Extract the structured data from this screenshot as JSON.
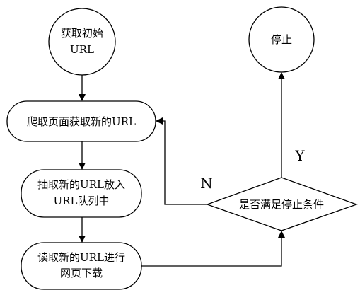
{
  "nodes": {
    "start": {
      "line1": "获取初始",
      "line2": "URL"
    },
    "stop": {
      "label": "停止"
    },
    "crawl": {
      "label": "爬取页面获取新的URL"
    },
    "extract": {
      "line1": "抽取新的URL放入",
      "line2": "URL队列中"
    },
    "download": {
      "line1": "读取新的URL进行",
      "line2": "网页下载"
    },
    "decision": {
      "label": "是否满足停止条件"
    }
  },
  "edges": {
    "yes_label": "Y",
    "no_label": "N"
  },
  "colors": {
    "stroke": "#000000",
    "fill": "#ffffff"
  }
}
